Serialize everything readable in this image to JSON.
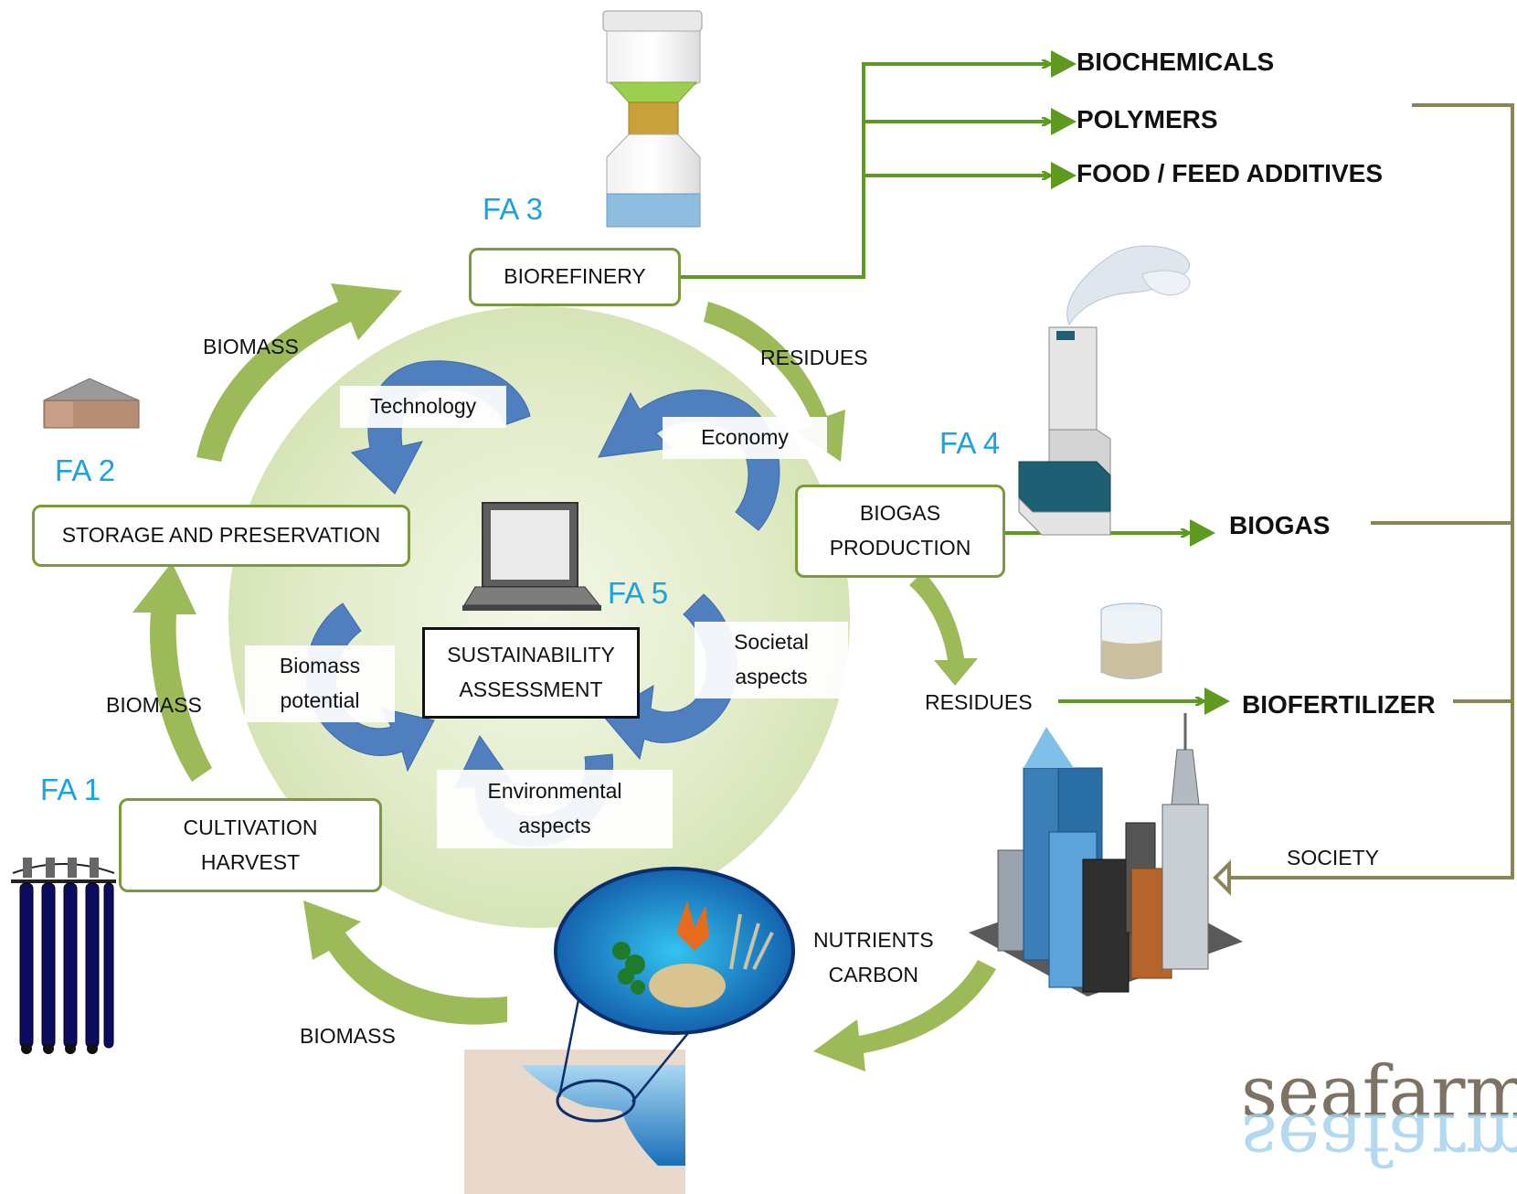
{
  "focus_areas": {
    "fa1": "FA 1",
    "fa2": "FA 2",
    "fa3": "FA 3",
    "fa4": "FA 4",
    "fa5": "FA 5"
  },
  "process_boxes": {
    "cultivation": [
      "CULTIVATION",
      "HARVEST"
    ],
    "storage": "STORAGE AND PRESERVATION",
    "biorefinery": "BIOREFINERY",
    "biogas_production": [
      "BIOGAS",
      "PRODUCTION"
    ],
    "sustainability": [
      "SUSTAINABILITY",
      "ASSESSMENT"
    ]
  },
  "flow_labels": {
    "biomass_top": "BIOMASS",
    "biomass_left": "BIOMASS",
    "biomass_bottom": "BIOMASS",
    "residues_top": "RESIDUES",
    "residues_bottom": "RESIDUES",
    "society": "SOCIETY",
    "nutrients_carbon": [
      "NUTRIENTS",
      "CARBON"
    ]
  },
  "assessment_topics": {
    "technology": "Technology",
    "economy": "Economy",
    "societal": [
      "Societal",
      "aspects"
    ],
    "environmental": [
      "Environmental",
      "aspects"
    ],
    "biomass_potential": [
      "Biomass",
      "potential"
    ]
  },
  "products": {
    "biochemicals": "BIOCHEMICALS",
    "polymers": "POLYMERS",
    "food_feed": "FOOD / FEED ADDITIVES",
    "biogas": "BIOGAS",
    "biofertilizer": "BIOFERTILIZER"
  },
  "logo": "seafarm",
  "colors": {
    "green_arrow": "#5e9a1f",
    "light_green_arrow": "#9cba58",
    "box_border": "#7a9a3c",
    "blue_arrow": "#4f7fbe",
    "circle_fill": "#dfe9c7",
    "fa_blue": "#1aa3e0",
    "bracket": "#8b8556"
  }
}
